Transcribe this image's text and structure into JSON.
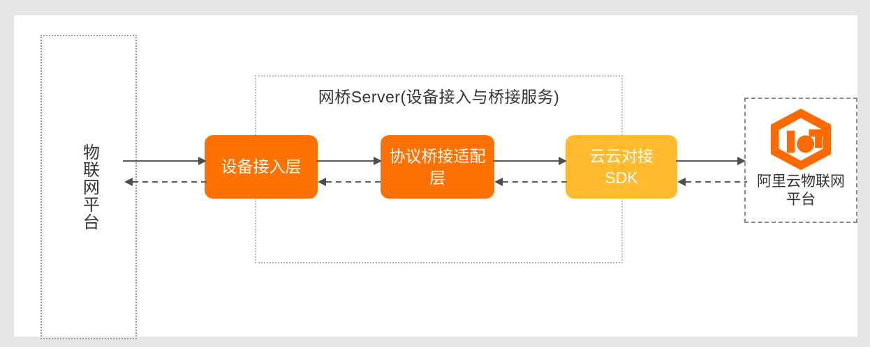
{
  "diagram": {
    "title": "网桥Server(设备接入与桥接服务)",
    "colors": {
      "page_background": "#e6e6e6",
      "sheet_background": "#ffffff",
      "box_orange": "#ff7100",
      "box_amber": "#ffba2d",
      "logo_orange": "#ff6a00",
      "text_dark": "#333333",
      "border_dotted": "#9e9e9e",
      "border_dashed": "#8c8c8c",
      "arrow_solid": "#595959",
      "arrow_dashed": "#595959"
    },
    "left_platform": {
      "label": "物联网平台",
      "border_style": "dotted",
      "orientation": "vertical"
    },
    "bridge_container": {
      "title": "网桥Server(设备接入与桥接服务)",
      "border_style": "dotted",
      "boxes": [
        {
          "label": "设备接入层",
          "color": "#ff7100"
        },
        {
          "label": "协议桥接适配层",
          "color": "#ff7100"
        },
        {
          "label": "云云对接\nSDK",
          "line1": "云云对接",
          "line2": "SDK",
          "color": "#ffba2d"
        }
      ]
    },
    "right_platform": {
      "label": "阿里云物联网平台",
      "logo": "iot-hexagon-logo",
      "border_style": "dashed"
    },
    "connectors": [
      {
        "from": "物联网平台",
        "to": "设备接入层",
        "style": "solid",
        "direction": "right"
      },
      {
        "from": "设备接入层",
        "to": "物联网平台",
        "style": "dashed",
        "direction": "left"
      },
      {
        "from": "设备接入层",
        "to": "协议桥接适配层",
        "style": "solid",
        "direction": "right"
      },
      {
        "from": "协议桥接适配层",
        "to": "设备接入层",
        "style": "dashed",
        "direction": "left"
      },
      {
        "from": "协议桥接适配层",
        "to": "云云对接SDK",
        "style": "solid",
        "direction": "right"
      },
      {
        "from": "云云对接SDK",
        "to": "协议桥接适配层",
        "style": "dashed",
        "direction": "left"
      },
      {
        "from": "云云对接SDK",
        "to": "阿里云物联网平台",
        "style": "solid",
        "direction": "right"
      },
      {
        "from": "阿里云物联网平台",
        "to": "云云对接SDK",
        "style": "dashed",
        "direction": "left"
      }
    ]
  }
}
